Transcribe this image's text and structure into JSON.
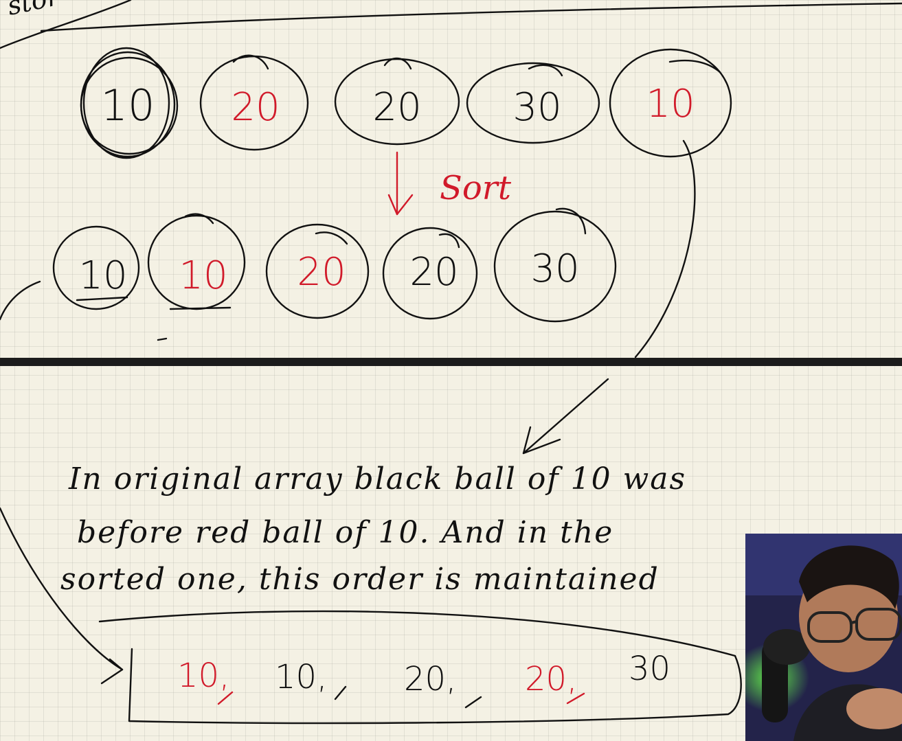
{
  "top_heading_fragment": "stor",
  "original_row": [
    {
      "label": "10",
      "color": "#111111"
    },
    {
      "label": "20",
      "color": "#d11a2a"
    },
    {
      "label": "20",
      "color": "#111111"
    },
    {
      "label": "30",
      "color": "#111111"
    },
    {
      "label": "10",
      "color": "#d11a2a"
    }
  ],
  "sort_label": "Sort",
  "sorted_row": [
    {
      "label": "10",
      "color": "#111111"
    },
    {
      "label": "10",
      "color": "#d11a2a"
    },
    {
      "label": "20",
      "color": "#d11a2a"
    },
    {
      "label": "20",
      "color": "#111111"
    },
    {
      "label": "30",
      "color": "#111111"
    }
  ],
  "note_lines": [
    "In original array black ball of 10 was",
    "before red ball of 10. And in the",
    "sorted one, this order is maintained"
  ],
  "sequence": [
    {
      "label": "10,",
      "color": "#d11a2a"
    },
    {
      "label": "10,",
      "color": "#111111"
    },
    {
      "label": "20,",
      "color": "#111111"
    },
    {
      "label": "20,",
      "color": "#d11a2a"
    },
    {
      "label": "30",
      "color": "#111111"
    }
  ],
  "colors": {
    "paper": "#f4f1e4",
    "ink": "#111111",
    "red_ink": "#d11a2a",
    "divider": "#1c1c1c"
  }
}
